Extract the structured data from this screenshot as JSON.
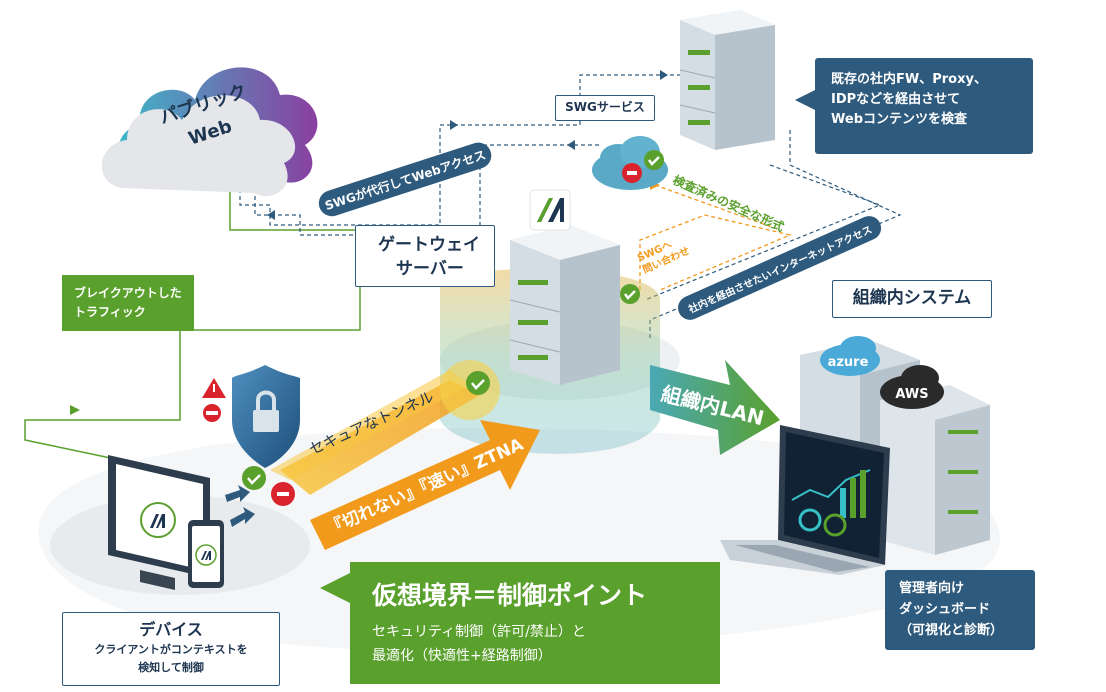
{
  "cloud": {
    "label_line1": "パブリック",
    "label_line2": "Web"
  },
  "existing_box": {
    "line1": "既存の社内FW、Proxy、",
    "line2": "IDPなどを経由させて",
    "line3": "Webコンテンツを検査"
  },
  "swg_service": {
    "label": "SWGサービス"
  },
  "swg_proxy_label": "SWGが代行してWebアクセス",
  "inspected_label": "検査済みの安全な形式",
  "swg_inquiry": {
    "line1": "SWGへ",
    "line2": "問い合わせ"
  },
  "internal_access_label": "社内を経由させたいインターネットアクセス",
  "gateway": {
    "line1": "ゲートウェイ",
    "line2": "サーバー"
  },
  "breakout": {
    "line1": "ブレイクアウトした",
    "line2": "トラフィック"
  },
  "org_system": {
    "label": "組織内システム"
  },
  "cloud_badges": {
    "azure": "azure",
    "aws": "AWS"
  },
  "lan_label": "組織内LAN",
  "tunnel_label": "セキュアなトンネル",
  "ztna_label": "『切れない』『速い』ZTNA",
  "virtual_boundary": {
    "title": "仮想境界＝制御ポイント",
    "line1": "セキュリティ制御（許可/禁止）と",
    "line2": "最適化（快適性+経路制御）"
  },
  "device": {
    "title": "デバイス",
    "line1": "クライアントがコンテキストを",
    "line2": "検知して制御"
  },
  "dashboard": {
    "line1": "管理者向け",
    "line2": "ダッシュボード",
    "line3": "（可視化と診断）"
  },
  "colors": {
    "navy": "#2e5a7d",
    "green": "#5aa02c",
    "orange": "#f29a1c",
    "red": "#d9232d",
    "cloud_start": "#3fb6c8",
    "cloud_end": "#8a3fa0"
  }
}
